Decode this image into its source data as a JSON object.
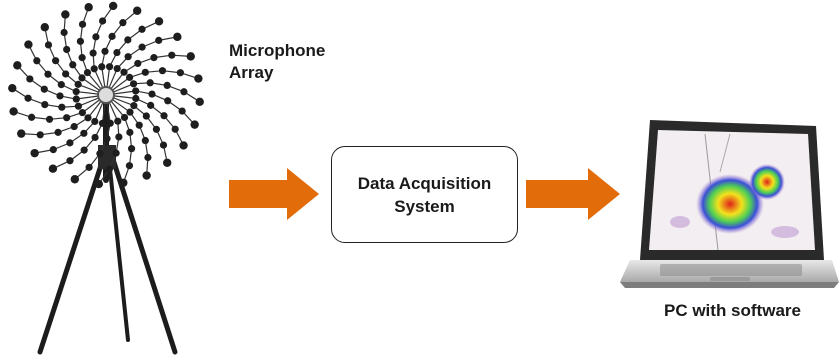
{
  "labels": {
    "mic_line1": "Microphone",
    "mic_line2": "Array",
    "daq_line1": "Data Acquisition",
    "daq_line2": "System",
    "pc": "PC with software"
  },
  "colors": {
    "arrow": "#e36c0a",
    "box_border": "#222222",
    "text": "#1a1a1a"
  },
  "icons": {
    "microphone_array": "microphone-array-icon",
    "laptop": "laptop-icon"
  }
}
